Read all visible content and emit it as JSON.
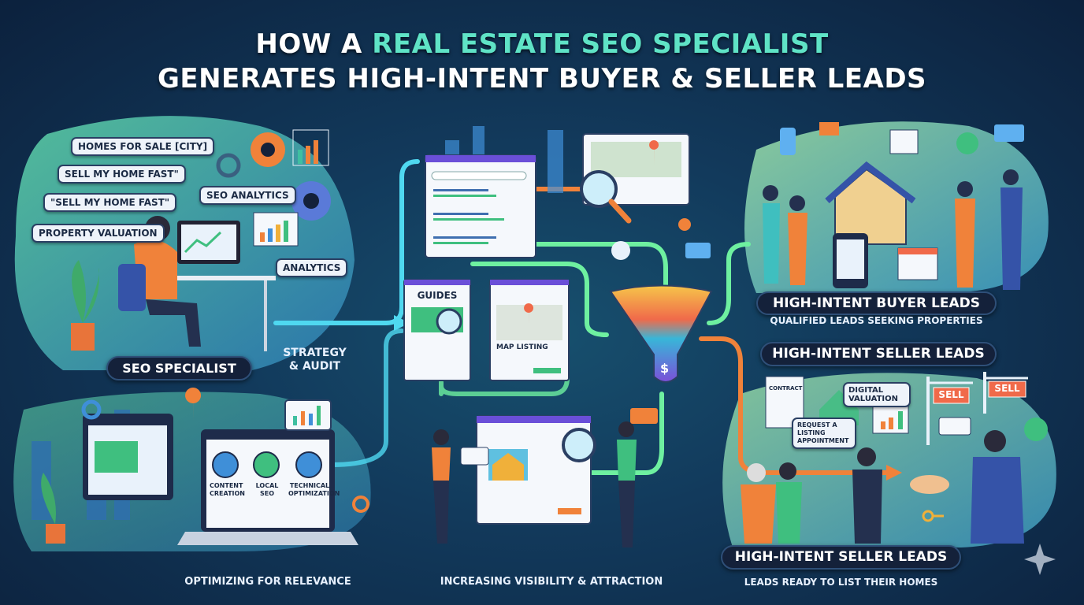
{
  "title": {
    "line1_prefix": "HOW A",
    "line1_accent": "REAL ESTATE SEO SPECIALIST",
    "line2": "GENERATES HIGH-INTENT BUYER & SELLER LEADS"
  },
  "colors": {
    "background": "#0c1f3a",
    "accent": "#5fe3c6",
    "flow_green": "#6ef0a0",
    "flow_cyan": "#4fd8f0",
    "flow_orange": "#f0823a"
  },
  "specialist": {
    "keywords": [
      "HOMES FOR SALE [CITY]",
      "SELL MY HOME FAST\"",
      "\"SELL MY HOME FAST\"",
      "PROPERTY VALUATION"
    ],
    "seo_analytics": "SEO ANALYTICS",
    "analytics": "ANALYTICS",
    "label": "SEO SPECIALIST",
    "strategy": "STRATEGY & AUDIT"
  },
  "optimizing": {
    "items": [
      "CONTENT CREATION",
      "LOCAL SEO",
      "TECHNICAL OPTIMIZATION"
    ],
    "caption": "OPTIMIZING FOR RELEVANCE"
  },
  "visibility": {
    "guides": "GUIDES",
    "map_listing": "MAP LISTING",
    "caption": "INCREASING VISIBILITY & ATTRACTION"
  },
  "buyer": {
    "label": "HIGH-INTENT BUYER LEADS",
    "sub": "QUALIFIED LEADS SEEKING PROPERTIES"
  },
  "seller": {
    "label_top": "HIGH-INTENT SELLER LEADS",
    "contract": "CONTRACT",
    "digital_valuation": "DIGITAL VALUATION",
    "request": "REQUEST A LISTING APPOINTMENT",
    "sell_sign": "SELL",
    "label_bottom": "HIGH-INTENT SELLER LEADS",
    "sub": "LEADS READY TO LIST THEIR HOMES"
  },
  "icons": [
    "gear-icon",
    "bar-chart-icon",
    "magnifier-icon",
    "map-pin-icon",
    "funnel-icon",
    "dollar-icon",
    "house-icon",
    "phone-icon",
    "calendar-icon",
    "mail-icon",
    "chat-icon",
    "handshake-icon",
    "key-icon",
    "sparkle-icon"
  ]
}
